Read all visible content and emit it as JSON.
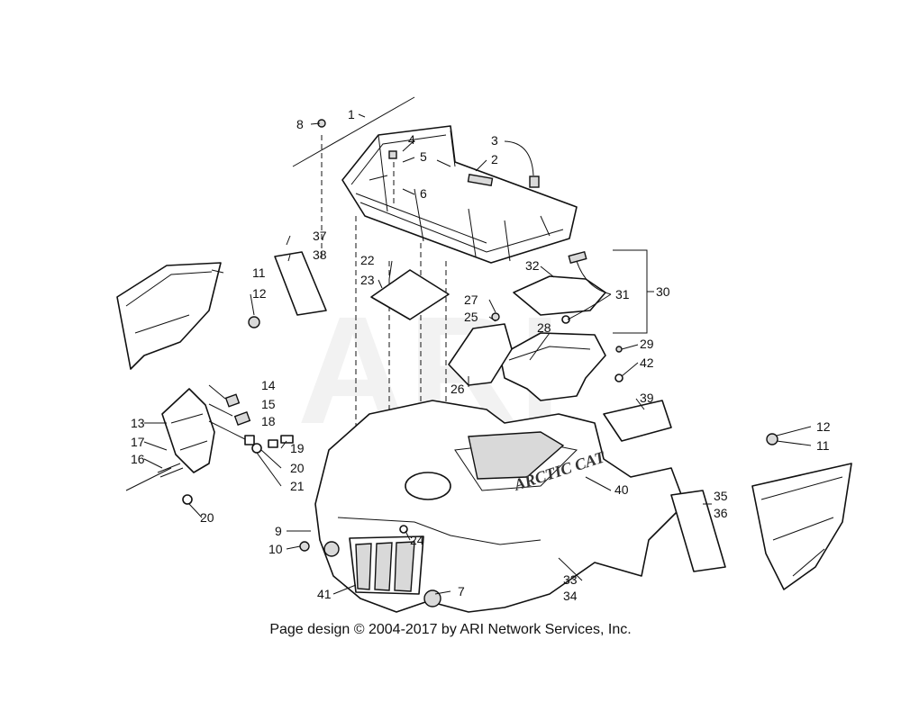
{
  "diagram": {
    "footer_text": "Page design © 2004-2017 by ARI Network Services, Inc.",
    "watermark_text": "ARI",
    "ink_color": "#111111",
    "callouts": [
      {
        "id": "c1",
        "label": "1"
      },
      {
        "id": "c2",
        "label": "2"
      },
      {
        "id": "c3",
        "label": "3"
      },
      {
        "id": "c4",
        "label": "4"
      },
      {
        "id": "c5",
        "label": "5"
      },
      {
        "id": "c6",
        "label": "6"
      },
      {
        "id": "c7",
        "label": "7"
      },
      {
        "id": "c8",
        "label": "8"
      },
      {
        "id": "c9",
        "label": "9"
      },
      {
        "id": "c10",
        "label": "10"
      },
      {
        "id": "c11a",
        "label": "11"
      },
      {
        "id": "c11b",
        "label": "11"
      },
      {
        "id": "c12a",
        "label": "12"
      },
      {
        "id": "c12b",
        "label": "12"
      },
      {
        "id": "c13",
        "label": "13"
      },
      {
        "id": "c14",
        "label": "14"
      },
      {
        "id": "c15",
        "label": "15"
      },
      {
        "id": "c16",
        "label": "16"
      },
      {
        "id": "c17",
        "label": "17"
      },
      {
        "id": "c18",
        "label": "18"
      },
      {
        "id": "c19",
        "label": "19"
      },
      {
        "id": "c20a",
        "label": "20"
      },
      {
        "id": "c20b",
        "label": "20"
      },
      {
        "id": "c21",
        "label": "21"
      },
      {
        "id": "c22",
        "label": "22"
      },
      {
        "id": "c23",
        "label": "23"
      },
      {
        "id": "c24",
        "label": "24"
      },
      {
        "id": "c25",
        "label": "25"
      },
      {
        "id": "c26",
        "label": "26"
      },
      {
        "id": "c27",
        "label": "27"
      },
      {
        "id": "c28",
        "label": "28"
      },
      {
        "id": "c29",
        "label": "29"
      },
      {
        "id": "c30",
        "label": "30"
      },
      {
        "id": "c31",
        "label": "31"
      },
      {
        "id": "c32",
        "label": "32"
      },
      {
        "id": "c33",
        "label": "33"
      },
      {
        "id": "c34",
        "label": "34"
      },
      {
        "id": "c35",
        "label": "35"
      },
      {
        "id": "c36",
        "label": "36"
      },
      {
        "id": "c37",
        "label": "37"
      },
      {
        "id": "c38",
        "label": "38"
      },
      {
        "id": "c39",
        "label": "39"
      },
      {
        "id": "c40",
        "label": "40"
      },
      {
        "id": "c41",
        "label": "41"
      },
      {
        "id": "c42",
        "label": "42"
      }
    ]
  }
}
